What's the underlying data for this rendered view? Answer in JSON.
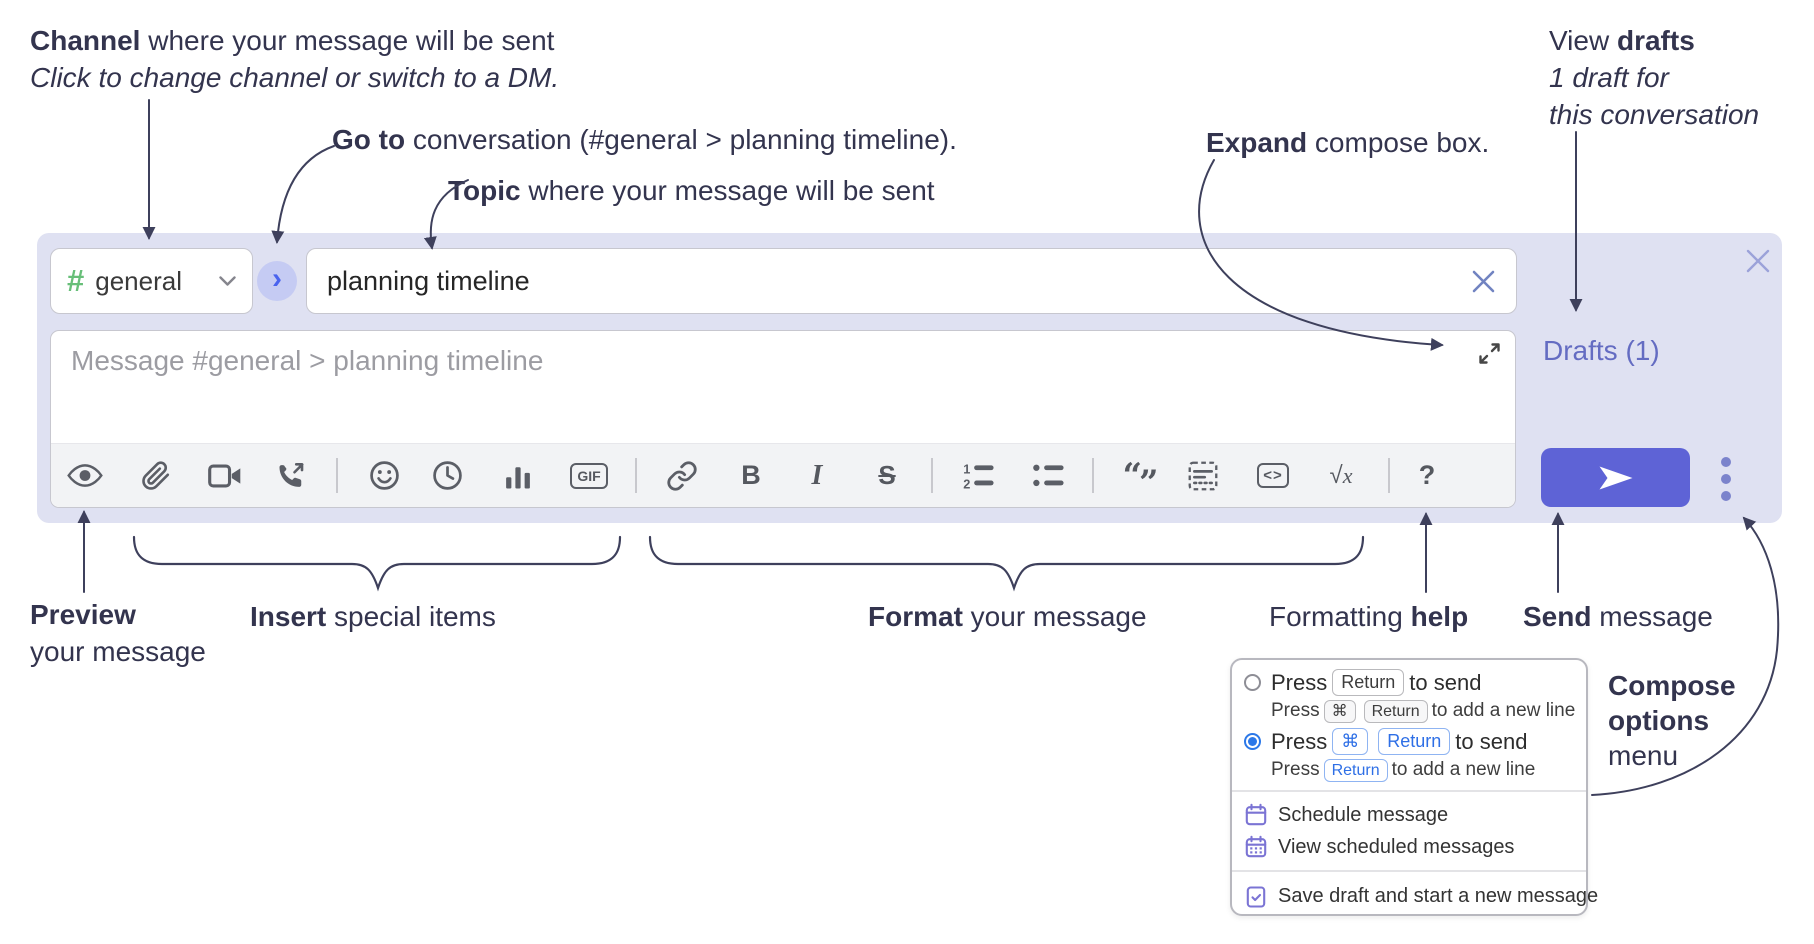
{
  "annotations": {
    "channel": {
      "lines": [
        [
          {
            "t": "Channel",
            "b": true
          },
          {
            "t": " where your message will be sent"
          }
        ],
        [
          {
            "t": "Click to change channel or switch to a DM.",
            "i": true
          }
        ]
      ]
    },
    "goto": {
      "runs": [
        {
          "t": "Go to",
          "b": true
        },
        {
          "t": " conversation (#general > planning timeline)."
        }
      ]
    },
    "topic": {
      "runs": [
        {
          "t": "Topic",
          "b": true
        },
        {
          "t": " where your message will be sent"
        }
      ]
    },
    "expand": {
      "runs": [
        {
          "t": "Expand",
          "b": true
        },
        {
          "t": " compose box."
        }
      ]
    },
    "drafts": {
      "lines": [
        [
          {
            "t": "View "
          },
          {
            "t": "drafts",
            "b": true
          }
        ],
        [
          {
            "t": "1 draft for",
            "i": true
          }
        ],
        [
          {
            "t": "this conversation",
            "i": true
          }
        ]
      ]
    },
    "preview": {
      "lines": [
        [
          {
            "t": "Preview",
            "b": true
          }
        ],
        [
          {
            "t": "your message"
          }
        ]
      ]
    },
    "insert": {
      "runs": [
        {
          "t": "Insert",
          "b": true
        },
        {
          "t": " special items"
        }
      ]
    },
    "format": {
      "runs": [
        {
          "t": "Format",
          "b": true
        },
        {
          "t": " your message"
        }
      ]
    },
    "help": {
      "runs": [
        {
          "t": "Formatting "
        },
        {
          "t": "help",
          "b": true
        }
      ]
    },
    "send": {
      "runs": [
        {
          "t": "Send",
          "b": true
        },
        {
          "t": " message"
        }
      ]
    },
    "compose_options": {
      "lines": [
        [
          {
            "t": "Compose",
            "b": true
          }
        ],
        [
          {
            "t": "options",
            "b": true
          }
        ],
        [
          {
            "t": "menu"
          }
        ]
      ]
    }
  },
  "compose": {
    "channel_selector": {
      "hash": "#",
      "channel": "general"
    },
    "topic_input": {
      "value": "planning timeline"
    },
    "message_input": {
      "placeholder": "Message #general > planning timeline"
    },
    "drafts_link": "Drafts (1)",
    "toolbar": [
      {
        "name": "preview-button",
        "icon": "eye-icon",
        "glyph": "eye"
      },
      {
        "name": "attach-file-button",
        "icon": "paperclip-icon",
        "glyph": "paperclip"
      },
      {
        "name": "video-call-button",
        "icon": "video-camera-icon",
        "glyph": "video"
      },
      {
        "name": "voice-call-button",
        "icon": "phone-call-icon",
        "glyph": "phone"
      },
      {
        "divider": true
      },
      {
        "name": "emoji-button",
        "icon": "smiley-icon",
        "glyph": "smiley"
      },
      {
        "name": "global-time-button",
        "icon": "clock-icon",
        "glyph": "clock"
      },
      {
        "name": "poll-button",
        "icon": "bar-chart-icon",
        "glyph": "chart"
      },
      {
        "name": "gif-button",
        "icon": "gif-icon",
        "glyph": "gif",
        "label": "GIF"
      },
      {
        "divider": true
      },
      {
        "name": "link-button",
        "icon": "link-icon",
        "glyph": "link"
      },
      {
        "name": "bold-button",
        "icon": "bold-icon",
        "glyph": "bold",
        "label": "B"
      },
      {
        "name": "italic-button",
        "icon": "italic-icon",
        "glyph": "italic",
        "label": "I"
      },
      {
        "name": "strikethrough-button",
        "icon": "strikethrough-icon",
        "glyph": "strike",
        "label": "S"
      },
      {
        "divider": true
      },
      {
        "name": "numbered-list-button",
        "icon": "numbered-list-icon",
        "glyph": "ol"
      },
      {
        "name": "bulleted-list-button",
        "icon": "bulleted-list-icon",
        "glyph": "ul"
      },
      {
        "divider": true
      },
      {
        "name": "quote-button",
        "icon": "quote-icon",
        "glyph": "quote",
        "label": "“”"
      },
      {
        "name": "spoiler-button",
        "icon": "spoiler-icon",
        "glyph": "spoiler"
      },
      {
        "name": "code-button",
        "icon": "code-icon",
        "glyph": "code",
        "label": "<>"
      },
      {
        "name": "math-button",
        "icon": "math-icon",
        "glyph": "math",
        "label": "√x"
      },
      {
        "divider": true
      },
      {
        "name": "help-button",
        "icon": "question-mark-icon",
        "glyph": "help",
        "label": "?"
      }
    ]
  },
  "menu": {
    "shortcut_options": [
      {
        "name": "enter-sends-option",
        "selected": false,
        "main": [
          {
            "t": "Press"
          },
          {
            "k": "Return"
          },
          {
            "t": "to send"
          }
        ],
        "sub": [
          {
            "t": "Press"
          },
          {
            "k": "⌘"
          },
          {
            "k": "Return"
          },
          {
            "t": "to add a new line"
          }
        ]
      },
      {
        "name": "cmd-enter-sends-option",
        "selected": true,
        "main": [
          {
            "t": "Press"
          },
          {
            "k": "⌘",
            "blue": true
          },
          {
            "k": "Return",
            "blue": true
          },
          {
            "t": "to send"
          }
        ],
        "sub": [
          {
            "t": "Press"
          },
          {
            "k": "Return",
            "blue": true
          },
          {
            "t": "to add a new line"
          }
        ]
      }
    ],
    "items": [
      {
        "name": "schedule-message-item",
        "icon": "calendar-icon",
        "glyph": "calendar",
        "label": "Schedule message",
        "group": 1
      },
      {
        "name": "view-scheduled-messages-item",
        "icon": "calendar-days-icon",
        "glyph": "calendar-days",
        "label": "View scheduled messages",
        "group": 1
      },
      {
        "name": "save-draft-item",
        "icon": "save-draft-icon",
        "glyph": "save-draft",
        "label": "Save draft and start a new message",
        "group": 2
      }
    ]
  },
  "colors": {
    "panel_bg": "#dfe1f2",
    "accent_indigo": "#5e63d6",
    "hash_green": "#68bf79",
    "link_periwinkle": "#646cc2",
    "radio_blue": "#2c78e8",
    "kbd_blue": "#2e6fe6",
    "menu_icon_purple": "#7b74d4",
    "annotation_ink": "#33344e",
    "goto_blue": "#4a63ee"
  }
}
